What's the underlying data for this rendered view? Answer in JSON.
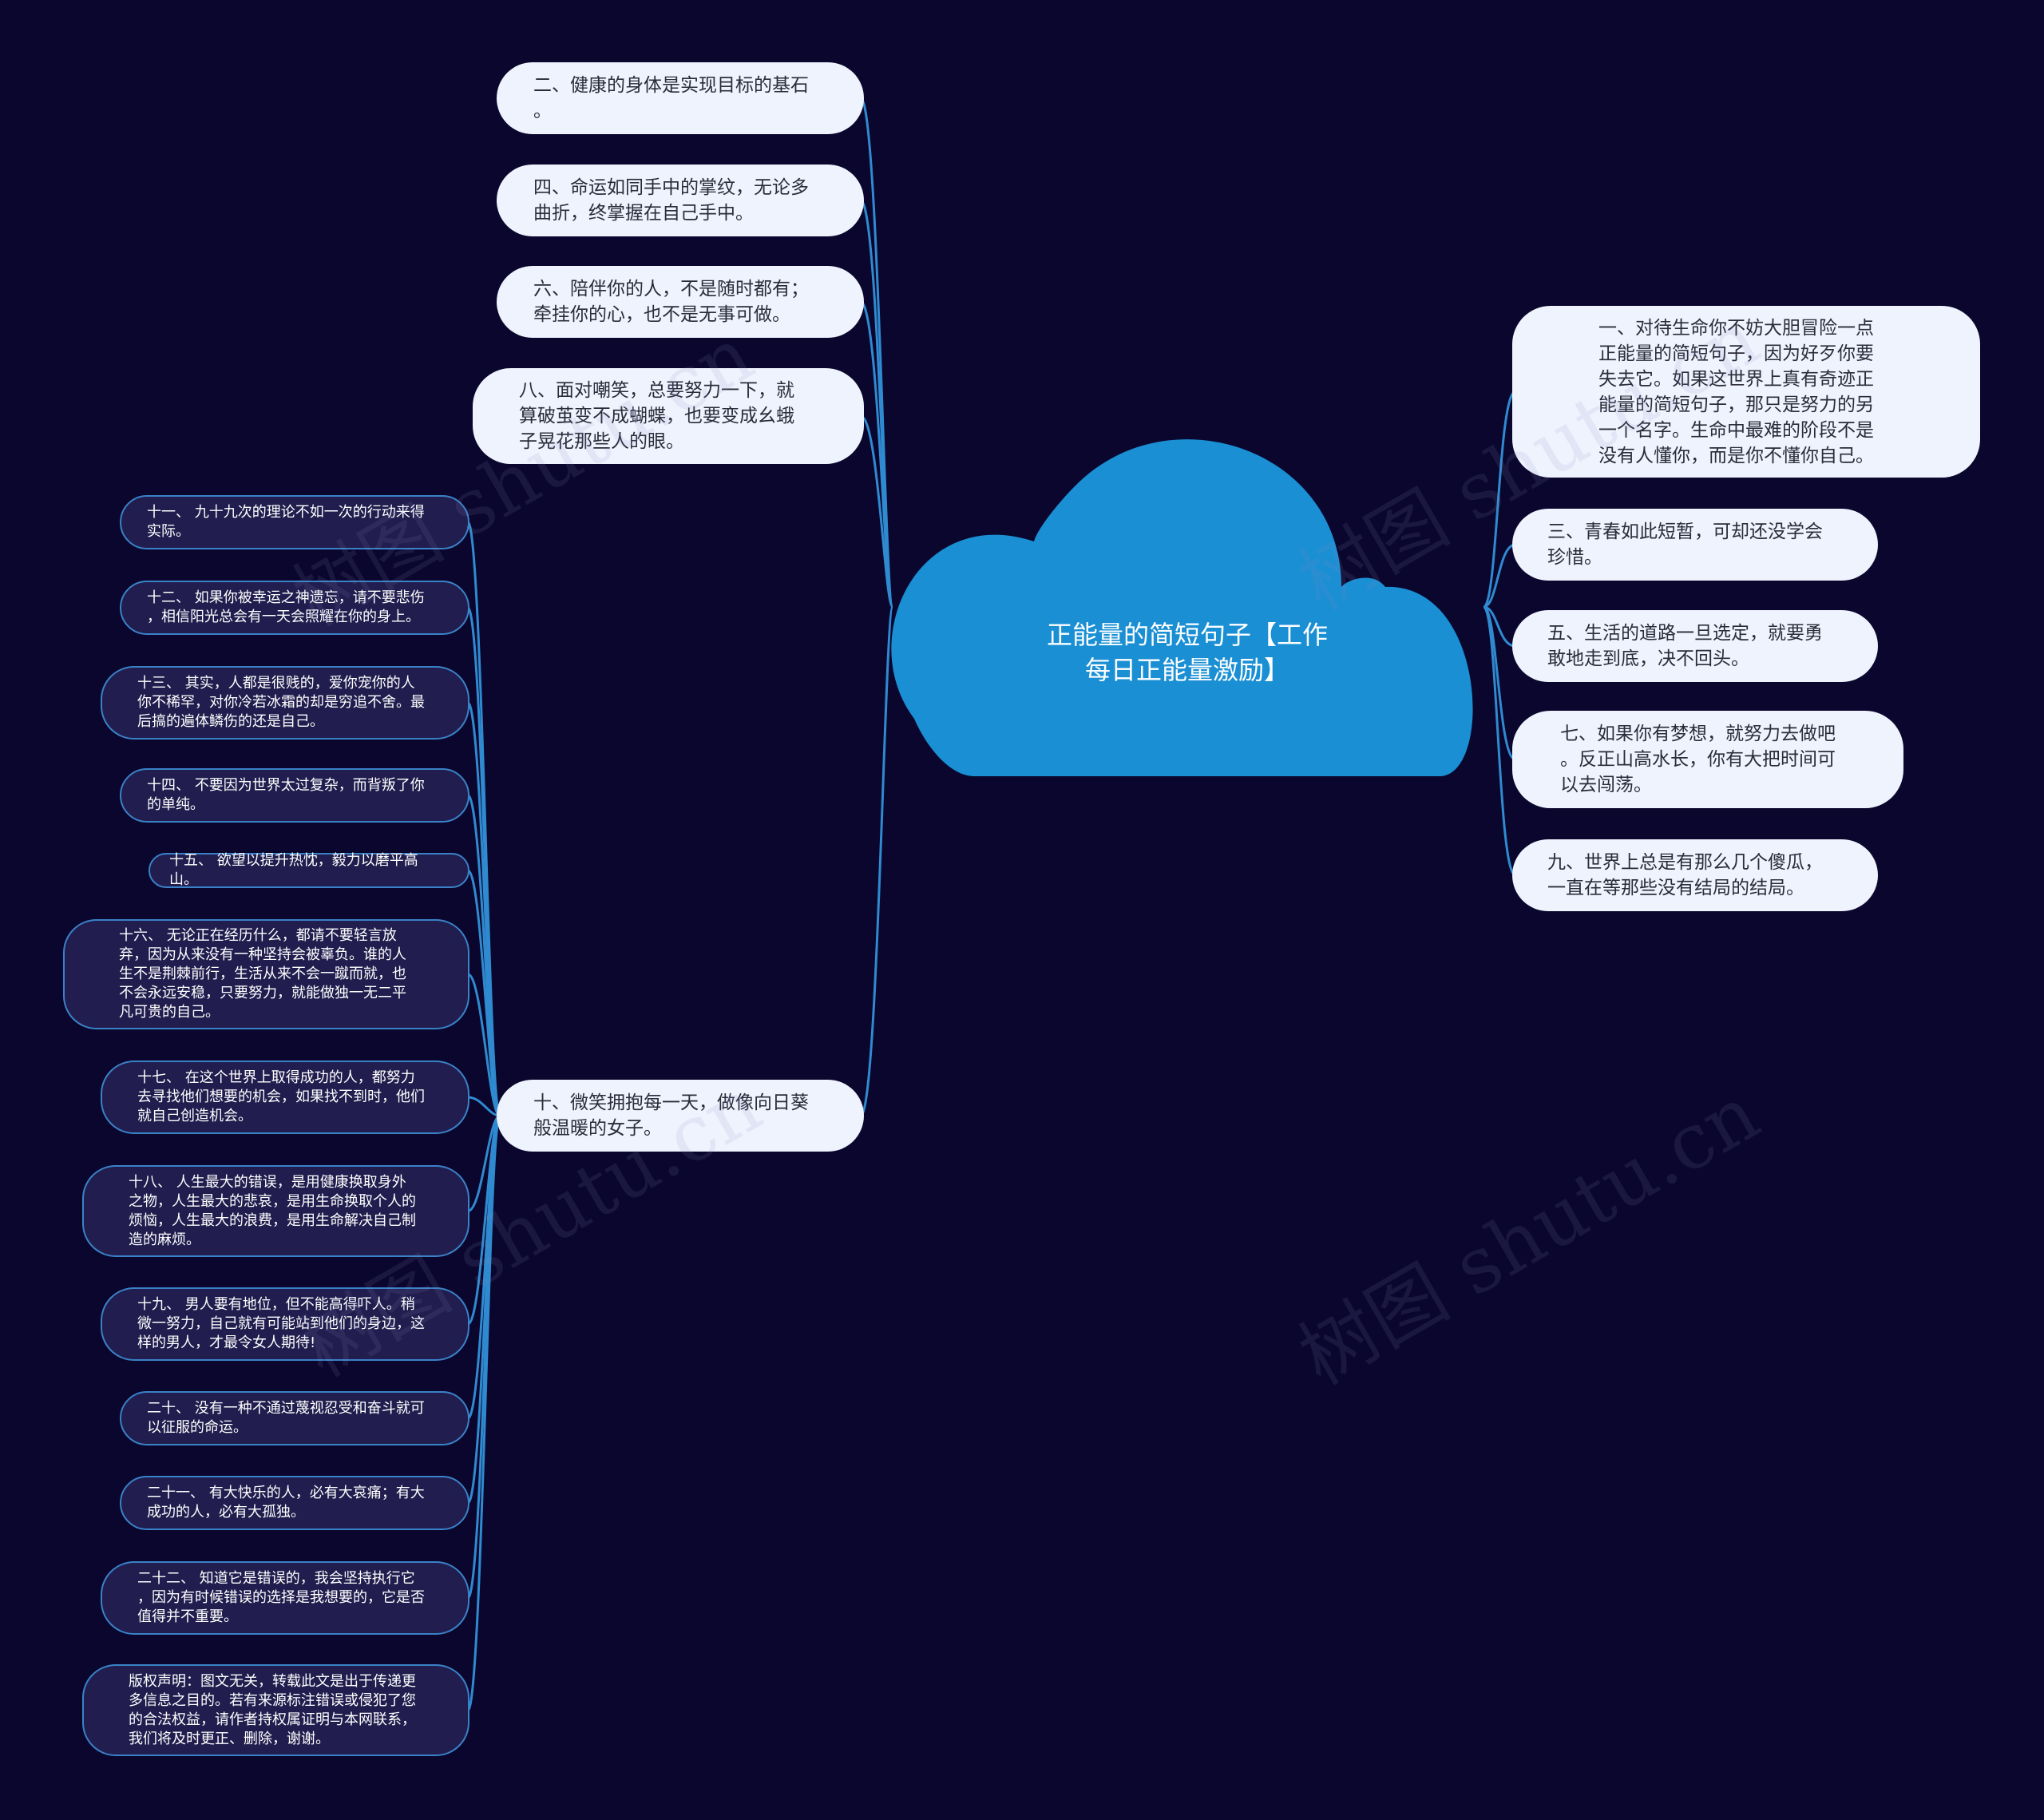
{
  "center_topic": "正能量的简短句子【工作\n每日正能量激励】",
  "right_branches": [
    {
      "text": "一、对待生命你不妨大胆冒险一点\n正能量的简短句子，因为好歹你要\n失去它。如果这世界上真有奇迹正\n能量的简短句子，那只是努力的另\n一个名字。生命中最难的阶段不是\n没有人懂你，而是你不懂你自己。"
    },
    {
      "text": "三、青春如此短暂，可却还没学会\n珍惜。"
    },
    {
      "text": "五、生活的道路一旦选定，就要勇\n敢地走到底，决不回头。"
    },
    {
      "text": "七、如果你有梦想，就努力去做吧\n。反正山高水长，你有大把时间可\n以去闯荡。"
    },
    {
      "text": "九、世界上总是有那么几个傻瓜，\n一直在等那些没有结局的结局。"
    }
  ],
  "left_branches": [
    {
      "text": "二、健康的身体是实现目标的基石\n。"
    },
    {
      "text": "四、命运如同手中的掌纹，无论多\n曲折，终掌握在自己手中。"
    },
    {
      "text": "六、陪伴你的人，不是随时都有；\n牵挂你的心，也不是无事可做。"
    },
    {
      "text": "八、面对嘲笑，总要努力一下，就\n算破茧变不成蝴蝶，也要变成幺蛾\n子晃花那些人的眼。"
    },
    {
      "text": "十、微笑拥抱每一天，做像向日葵\n般温暖的女子。"
    }
  ],
  "sub_branches": [
    {
      "text": "十一、 九十九次的理论不如一次的行动来得\n实际。"
    },
    {
      "text": "十二、 如果你被幸运之神遗忘，请不要悲伤\n，相信阳光总会有一天会照耀在你的身上。"
    },
    {
      "text": "十三、 其实，人都是很贱的，爱你宠你的人\n你不稀罕，对你冷若冰霜的却是穷追不舍。最\n后搞的遍体鳞伤的还是自己。"
    },
    {
      "text": "十四、 不要因为世界太过复杂，而背叛了你\n的单纯。"
    },
    {
      "text": "十五、 欲望以提升热忱，毅力以磨平高山。"
    },
    {
      "text": "十六、 无论正在经历什么，都请不要轻言放\n弃，因为从来没有一种坚持会被辜负。谁的人\n生不是荆棘前行，生活从来不会一蹴而就，也\n不会永远安稳，只要努力，就能做独一无二平\n凡可贵的自己。"
    },
    {
      "text": "十七、 在这个世界上取得成功的人，都努力\n去寻找他们想要的机会，如果找不到时，他们\n就自己创造机会。"
    },
    {
      "text": "十八、 人生最大的错误，是用健康换取身外\n之物，人生最大的悲哀，是用生命换取个人的\n烦恼，人生最大的浪费，是用生命解决自己制\n造的麻烦。"
    },
    {
      "text": "十九、 男人要有地位，但不能高得吓人。稍\n微一努力，自己就有可能站到他们的身边，这\n样的男人，才最令女人期待!"
    },
    {
      "text": "二十、 没有一种不通过蔑视忍受和奋斗就可\n以征服的命运。"
    },
    {
      "text": "二十一、 有大快乐的人，必有大哀痛；有大\n成功的人，必有大孤独。"
    },
    {
      "text": "二十二、 知道它是错误的，我会坚持执行它\n，因为有时候错误的选择是我想要的，它是否\n值得并不重要。"
    },
    {
      "text": "版权声明：图文无关，转载此文是出于传递更\n多信息之目的。若有来源标注错误或侵犯了您\n的合法权益，请作者持权属证明与本网联系，\n我们将及时更正、删除，谢谢。"
    }
  ],
  "watermark_text": "树图 shutu.cn",
  "colors": {
    "background": "#0a062d",
    "cloud": "#1a8fd4",
    "connector": "#2f8ad0",
    "light_node_fill": "#eef3fd",
    "dark_node_fill": "#211d4e",
    "dark_node_border": "#3a82c8"
  }
}
